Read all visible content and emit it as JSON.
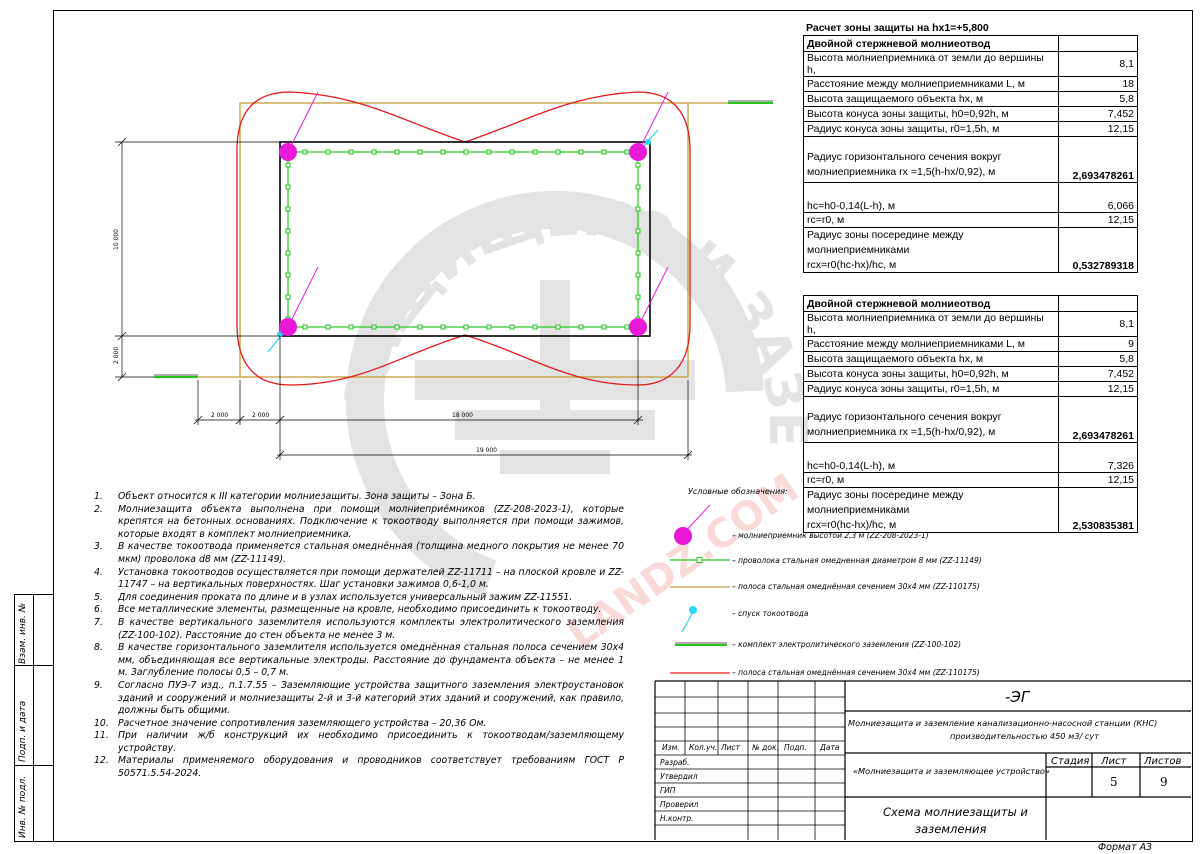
{
  "calc": {
    "heading": "Расчет зоны защиты на hx1=+5,800",
    "table1": {
      "title": "Двойной стержневой молниеотвод",
      "rows": [
        {
          "label": "Высота молниеприемника от земли до вершины h,",
          "value": "8,1"
        },
        {
          "label": "Расстояние между молниеприемниками L, м",
          "value": "18"
        },
        {
          "label": "Высота защищаемого объекта hx, м",
          "value": "5,8"
        },
        {
          "label": "Высота конуса зоны защиты, h0=0,92h, м",
          "value": "7,452"
        },
        {
          "label": "Радиус конуса зоны защиты, r0=1,5h, м",
          "value": "12,15"
        },
        {
          "label1": "Радиус горизонтального сечения вокруг",
          "label2": "молниеприемника rx =1,5(h-hx/0,92), м",
          "value": "2,693478261"
        },
        {
          "label": "hc=h0-0,14(L-h), м",
          "value": "6,066"
        },
        {
          "label": "rc=r0, м",
          "value": "12,15"
        },
        {
          "label1": "Радиус зоны посередине между",
          "label2": "молниеприемниками",
          "label3": "rcx=r0(hc-hx)/hc, м",
          "value": "0,532789318"
        }
      ]
    },
    "table2": {
      "title": "Двойной стержневой молниеотвод",
      "rows": [
        {
          "label": "Высота молниеприемника от земли до вершины h,",
          "value": "8,1"
        },
        {
          "label": "Расстояние между молниеприемниками L, м",
          "value": "9"
        },
        {
          "label": "Высота защищаемого объекта hx, м",
          "value": "5,8"
        },
        {
          "label": "Высота конуса зоны защиты, h0=0,92h, м",
          "value": "7,452"
        },
        {
          "label": "Радиус конуса зоны защиты, r0=1,5h, м",
          "value": "12,15"
        },
        {
          "label1": "Радиус горизонтального сечения вокруг",
          "label2": "молниеприемника rx =1,5(h-hx/0,92), м",
          "value": "2,693478261"
        },
        {
          "label": "hc=h0-0,14(L-h), м",
          "value": "7,326"
        },
        {
          "label": "rc=r0, м",
          "value": "12,15"
        },
        {
          "label1": "Радиус зоны посередине между",
          "label2": "молниеприемниками",
          "label3": "rcx=r0(hc-hx)/hc, м",
          "value": "2,530835381"
        }
      ]
    }
  },
  "plan": {
    "dims": {
      "h_10000": "10 000",
      "h_2000": "2 000",
      "w_2000a": "2 000",
      "w_2000b": "2 000",
      "w_18000": "18 000",
      "w_19000": "19 000"
    }
  },
  "notes": [
    {
      "n": "1.",
      "t": "Объект относится к III категории молниезащиты. Зона защиты – Зона Б."
    },
    {
      "n": "2.",
      "t": "Молниезащита объекта выполнена при помощи молниеприёмников (ZZ-208-2023-1), которые крепятся на бетонных основаниях. Подключение к токоотводу выполняется при помощи зажимов, которые входят в комплект молниеприемника."
    },
    {
      "n": "3.",
      "t": "В качестве токоотвода применяется стальная омеднённая (толщина медного покрытия не менее 70 мкм) проволока d8 мм (ZZ-11149)."
    },
    {
      "n": "4.",
      "t": "Установка токоотводов осуществляется при помощи держателей ZZ-11711 – на плоской кровле и ZZ-11747 – на вертикальных поверхностях. Шаг установки зажимов 0,6-1,0 м."
    },
    {
      "n": "5.",
      "t": "Для соединения проката по длине и в узлах используется универсальный зажим ZZ-11551."
    },
    {
      "n": "6.",
      "t": "Все металлические элементы, размещенные на кровле, необходимо присоединить к токоотводу."
    },
    {
      "n": "7.",
      "t": "В качестве вертикального заземлителя используются комплекты электролитического заземления (ZZ-100-102). Расстояние до стен объекта не менее 3 м."
    },
    {
      "n": "8.",
      "t": "В качестве горизонтального заземлителя используется омеднённая стальная полоса сечением 30х4 мм, объединяющая все вертикальные электроды. Расстояние до фундамента объекта – не менее 1 м. Заглубление полосы 0,5 – 0,7 м."
    },
    {
      "n": "9.",
      "t": "Согласно ПУЭ-7 изд., п.1.7.55 – Заземляющие устройства защитного заземления электроустановок зданий и сооружений и молниезащиты 2-й и 3-й категорий этих зданий и сооружений, как правило, должны быть общими."
    },
    {
      "n": "10.",
      "t": "Расчетное значение сопротивления заземляющего устройства – 20,36 Ом."
    },
    {
      "n": "11.",
      "t": "При наличии ж/б конструкций их необходимо присоединить к токоотводам/заземляющему устройству."
    },
    {
      "n": "12.",
      "t": "Материалы применяемого оборудования и проводников соответствует требованиям ГОСТ Р 50571.5.54-2024."
    }
  ],
  "legend": {
    "title": "Условные обозначения:",
    "items": [
      "– молниеприемник высотой 2,3 м (ZZ-208-2023-1)",
      "– проволока стальная омедненная диаметром 8 мм (ZZ-11149)",
      "– полоса стальная омеднённая сечением 30х4 мм (ZZ-110175)",
      "– спуск токоотвода",
      "– комплект электролитического заземления (ZZ-100-102)",
      "– полоса стальная омеднённая сечением 30х4 мм (ZZ-110175)"
    ]
  },
  "stamp": {
    "code": "-ЭГ",
    "project": "Молниезащита и заземление канализационно-насосной станции (КНС)",
    "capacity": "производительностью  450 м3/ сут",
    "cols": [
      "Изм.",
      "Кол.уч.",
      "Лист",
      "№ док.",
      "Подп.",
      "Дата"
    ],
    "roles": [
      "Разраб.",
      "Утвердил",
      "ГИП",
      "Проверил",
      "Н.контр."
    ],
    "section": "«Молниезащита и заземляющее устройство»",
    "stage_label": "Стадия",
    "sheet_label": "Лист",
    "sheets_label": "Листов",
    "sheet": "5",
    "sheets": "9",
    "drawing_title_1": "Схема молниезащиты и",
    "drawing_title_2": "заземления",
    "format": "Формат А3"
  },
  "side": {
    "inv_vzam": "Взам. инв. №",
    "podp": "Подп. и дата",
    "inv_podl": "Инв. № подл."
  },
  "watermark": {
    "arc": "ЗАЩИЩЕНО И ЗАЗЕМЛЕНО",
    "site": "LANDZ.COM"
  },
  "colors": {
    "green": "#22c41e",
    "red": "#e3191a",
    "orange": "#c79a3a",
    "magenta": "#e81ad8",
    "cyan": "#29d5f0"
  }
}
